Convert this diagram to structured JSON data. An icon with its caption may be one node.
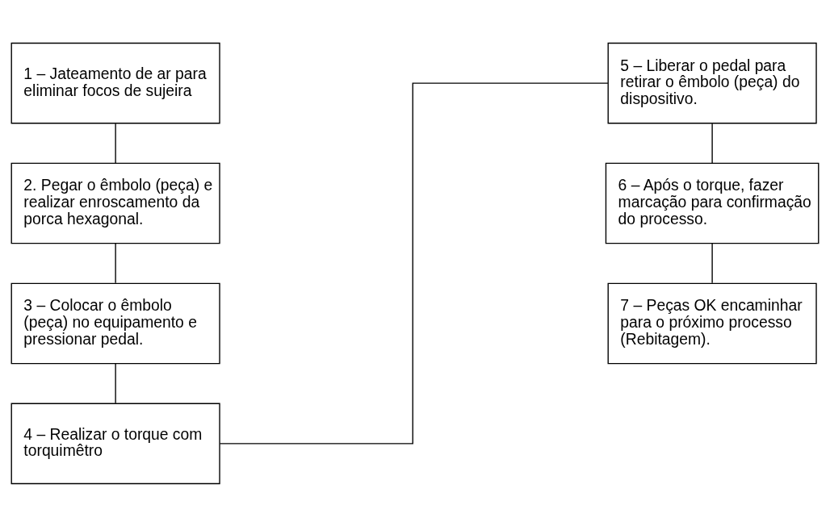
{
  "diagram": {
    "nodes": [
      {
        "text": [
          "1 – Jateamento de ar para eliminar focos de sujeira"
        ]
      },
      {
        "text": [
          "2. Pegar o êmbolo (peça) e realizar enroscamento da porca hexagonal."
        ]
      },
      {
        "text": [
          "3 – Colocar o êmbolo (peça) no equipamento e pressionar pedal."
        ]
      },
      {
        "text": [
          "4 – Realizar o torque com torquimêtro"
        ]
      },
      {
        "text": [
          "5 – Liberar o pedal para retirar o êmbolo (peça) do dispositivo."
        ]
      },
      {
        "text": [
          "6 – Após o torque, fazer marcação para confirmação do processo."
        ]
      },
      {
        "text": [
          "7 – Peças OK encaminhar para o próximo processo (Rebitagem)."
        ]
      }
    ],
    "edges": [
      {
        "from": 0,
        "to": 1,
        "arrow": "none"
      },
      {
        "from": 1,
        "to": 2,
        "arrow": "none"
      },
      {
        "from": 2,
        "to": 3,
        "arrow": "none"
      },
      {
        "from": 3,
        "to": 4,
        "arrow": "none"
      },
      {
        "from": 4,
        "to": 5,
        "arrow": "none"
      },
      {
        "from": 5,
        "to": 6,
        "arrow": "none"
      }
    ]
  }
}
